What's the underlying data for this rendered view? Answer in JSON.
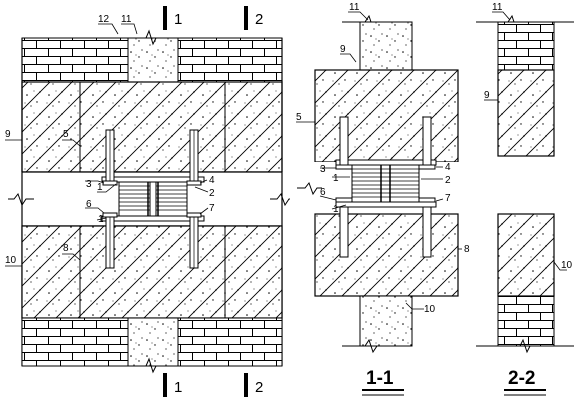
{
  "main_view": {
    "labels": [
      "12",
      "11",
      "9",
      "5",
      "3",
      "1",
      "2",
      "4",
      "6",
      "7",
      "8",
      "10"
    ],
    "section_marks": [
      "1",
      "2"
    ]
  },
  "section_1_1": {
    "title": "1-1",
    "labels": [
      "11",
      "9",
      "5",
      "3",
      "1",
      "4",
      "2",
      "6",
      "7",
      "8",
      "10"
    ]
  },
  "section_2_2": {
    "title": "2-2",
    "labels": [
      "11",
      "9",
      "10"
    ]
  }
}
